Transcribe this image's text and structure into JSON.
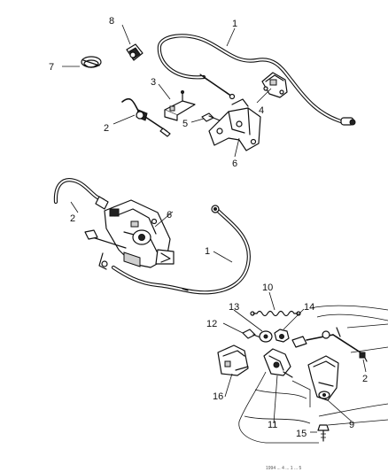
{
  "diagram": {
    "callouts": {
      "c1_top": "1",
      "c2_top": "2",
      "c3": "3",
      "c4": "4",
      "c5": "5",
      "c6_top": "6",
      "c7": "7",
      "c8": "8",
      "c2_mid": "2",
      "c6_mid": "6",
      "c1_mid": "1",
      "c10": "10",
      "c13": "13",
      "c14": "14",
      "c12": "12",
      "c2_right": "2",
      "c16": "16",
      "c11": "11",
      "c9": "9",
      "c15": "15"
    },
    "footer_code": "1994 ... 4 ... 1 ... 5"
  }
}
